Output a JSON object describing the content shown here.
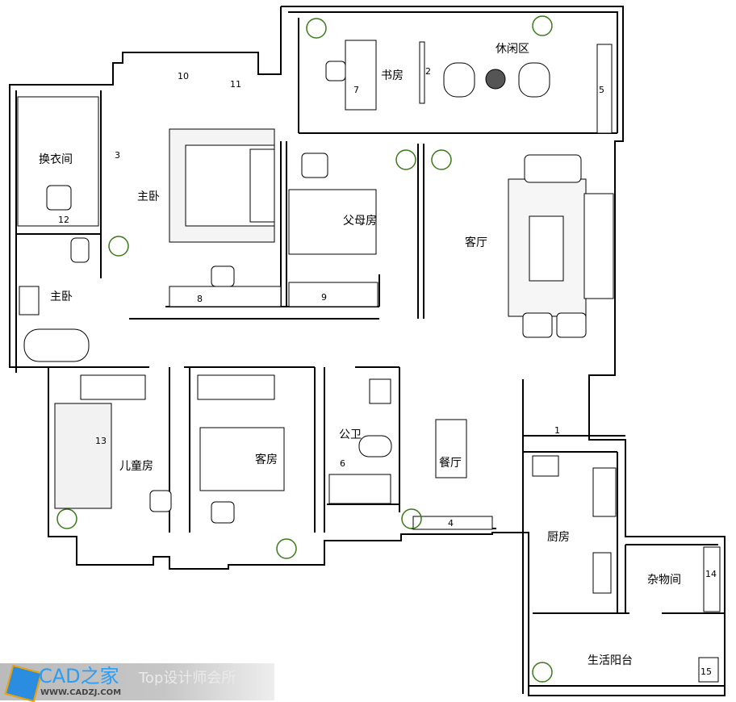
{
  "rooms": {
    "study": "书房",
    "leisure": "休闲区",
    "dressing": "换衣间",
    "master_bedroom": "主卧",
    "master_bath": "主卧",
    "parents_room": "父母房",
    "living_room": "客厅",
    "kids_room": "儿童房",
    "guest_room": "客房",
    "public_bath": "公卫",
    "dining_room": "餐厅",
    "kitchen": "厨房",
    "storage": "杂物间",
    "service_balcony": "生活阳台"
  },
  "markers": [
    "1",
    "2",
    "3",
    "4",
    "5",
    "6",
    "7",
    "8",
    "9",
    "10",
    "11",
    "12",
    "13",
    "14",
    "15"
  ],
  "watermark": {
    "title": "CAD之家",
    "url": "WWW.CADZJ.COM",
    "background_text": "Top设计师会所"
  }
}
